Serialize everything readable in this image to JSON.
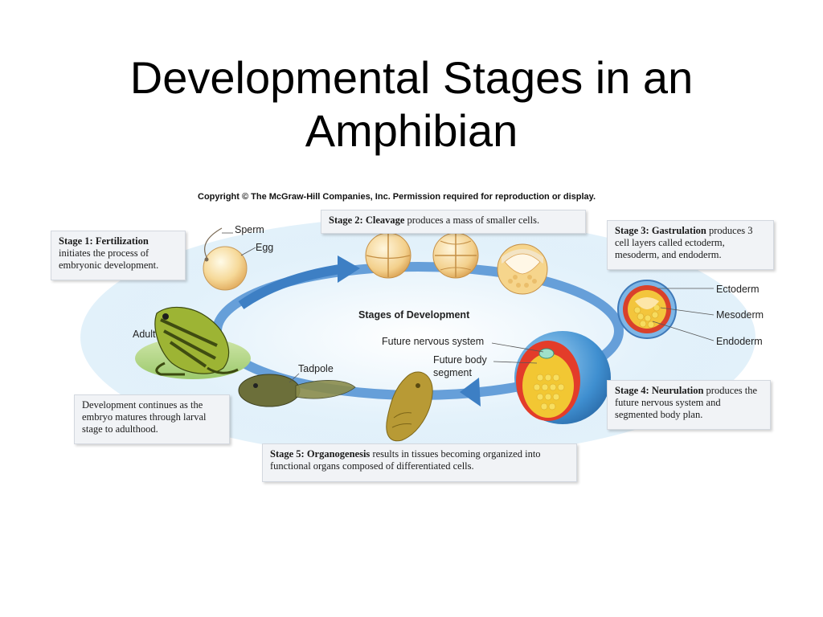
{
  "slide": {
    "title_line1": "Developmental Stages in an",
    "title_line2": "Amphibian"
  },
  "figure": {
    "copyright": "Copyright © The McGraw-Hill Companies, Inc. Permission required for reproduction or display.",
    "center_label": "Stages of Development",
    "stage1": {
      "name": "Stage 1: Fertilization",
      "text": "initiates the process of embryonic development."
    },
    "stage2": {
      "name": "Stage 2: Cleavage",
      "text": "produces a mass of smaller cells."
    },
    "stage3": {
      "name": "Stage 3: Gastrulation",
      "text": "produces 3 cell layers called ectoderm, mesoderm, and endoderm."
    },
    "stage4": {
      "name": "Stage 4: Neurulation",
      "text": "produces the future nervous system and segmented body plan."
    },
    "stage5": {
      "name": "Stage 5: Organogenesis",
      "text": "results in tissues becoming organized into functional organs composed of differentiated cells."
    },
    "continuation": "Development continues as the embryo matures through larval stage to adulthood.",
    "labels": {
      "sperm": "Sperm",
      "egg": "Egg",
      "adult": "Adult",
      "tadpole": "Tadpole",
      "future_nervous_system": "Future nervous system",
      "future_body_segment_1": "Future body",
      "future_body_segment_2": "segment",
      "ectoderm": "Ectoderm",
      "mesoderm": "Mesoderm",
      "endoderm": "Endoderm"
    }
  }
}
